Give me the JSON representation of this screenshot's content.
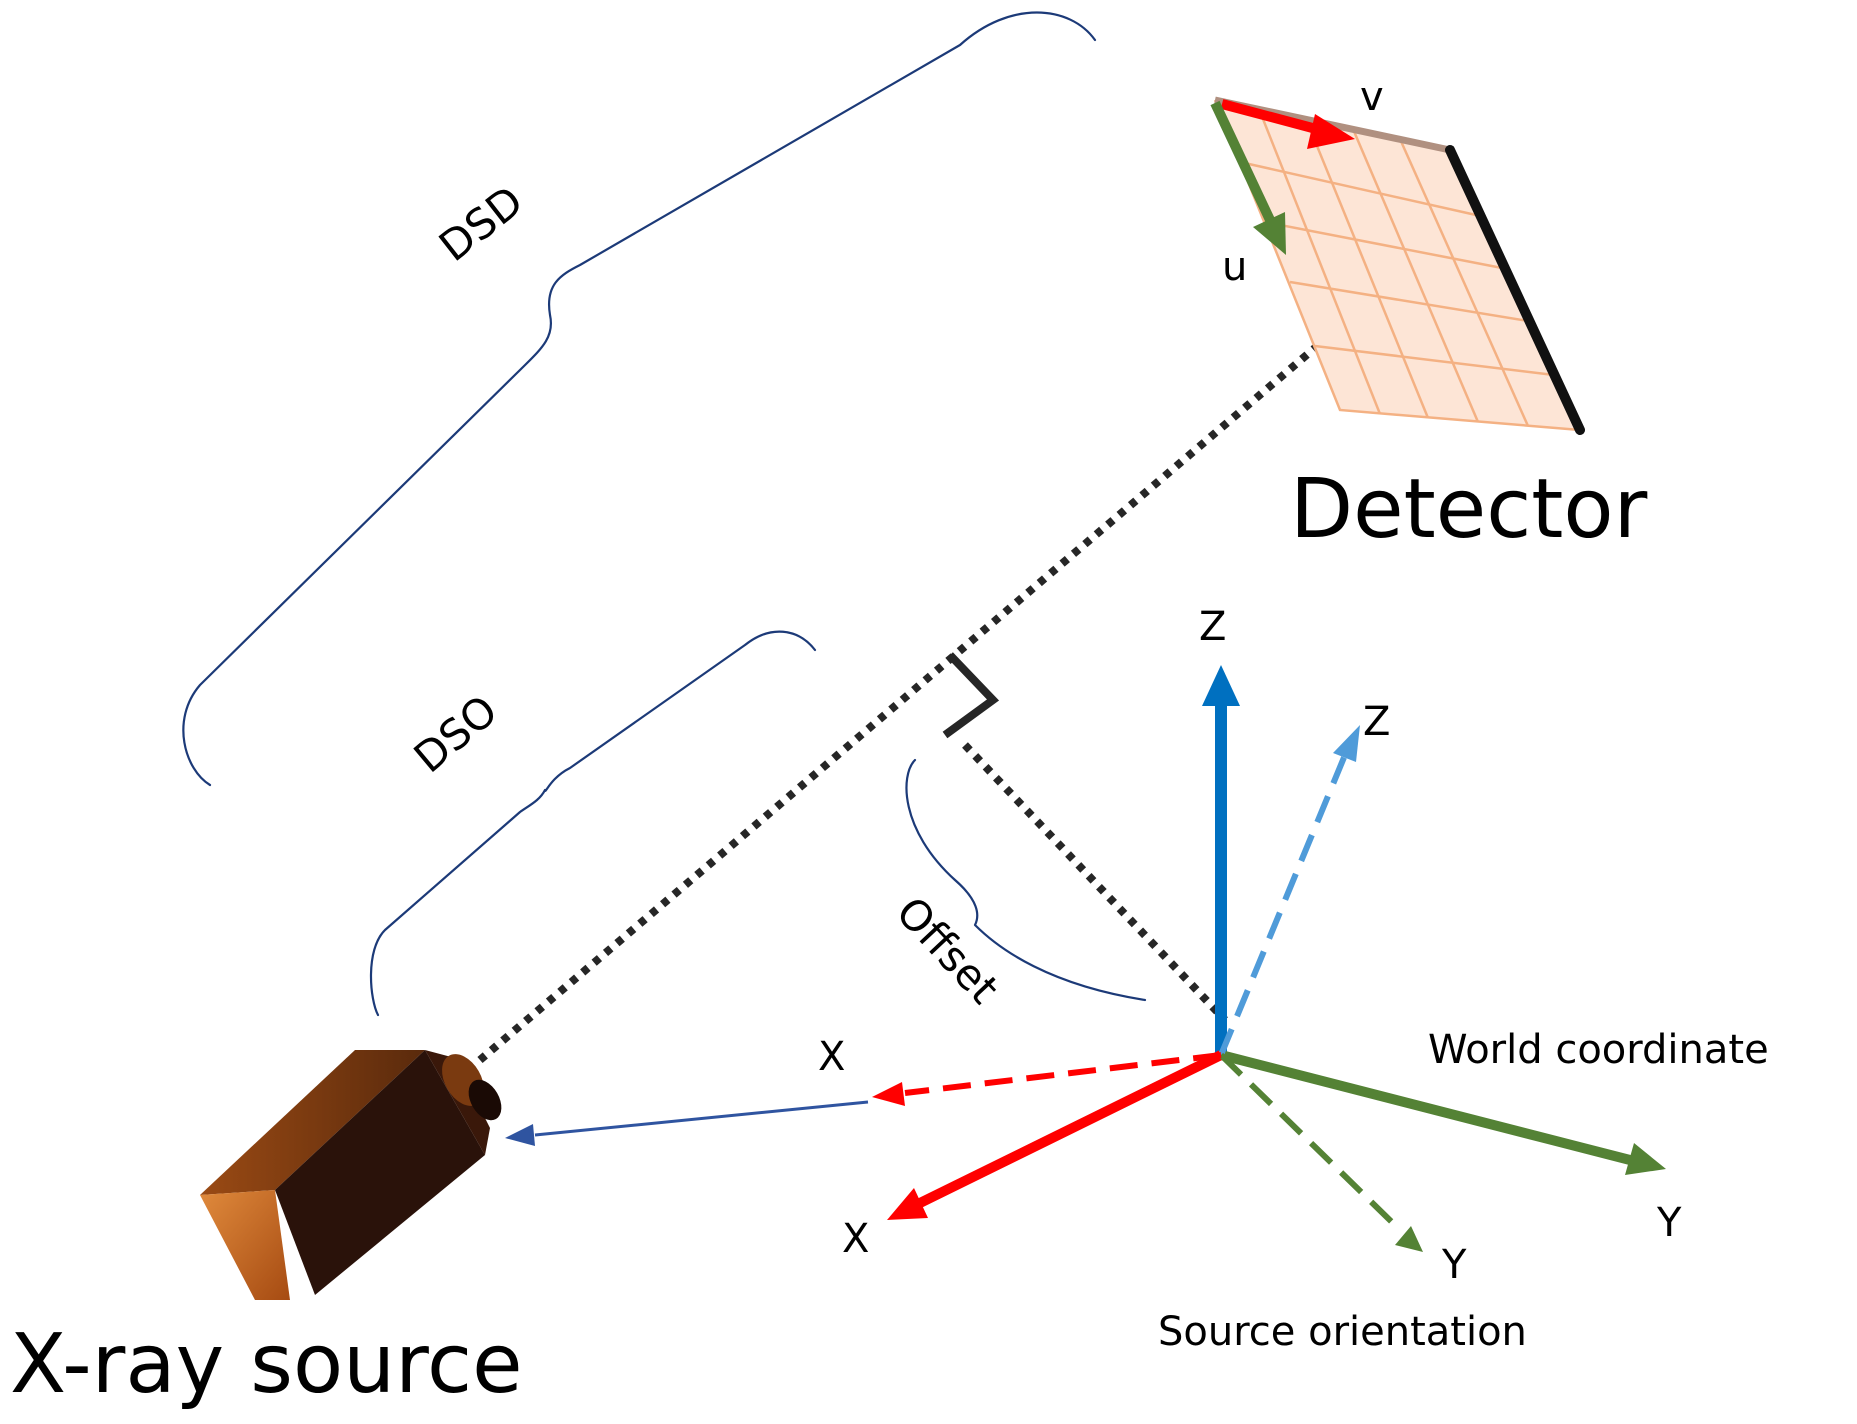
{
  "labels": {
    "dsd": "DSD",
    "dso": "DSO",
    "offset": "Offset",
    "detector": "Detector",
    "xray_source": "X-ray source",
    "detector_v": "v",
    "detector_u": "u",
    "world_z": "Z",
    "world_x": "X",
    "world_y": "Y",
    "world_caption": "World coordinate",
    "source_z": "Z",
    "source_x": "X",
    "source_y": "Y",
    "source_caption": "Source orientation"
  },
  "colors": {
    "x_axis": "#ff0000",
    "y_axis": "#548235",
    "z_world": "#0070c0",
    "z_source": "#4f9bd9",
    "source_arrow": "#2f54a0",
    "brace": "#1c3a78",
    "dotted": "#262626",
    "detector_grid": "#f4b183",
    "detector_fill": "#fde5d6",
    "source_body": "#2a120a",
    "source_face": "#c8641c"
  },
  "icons": {
    "detector": "flat-panel-detector-icon",
    "source": "x-ray-tube-icon"
  }
}
